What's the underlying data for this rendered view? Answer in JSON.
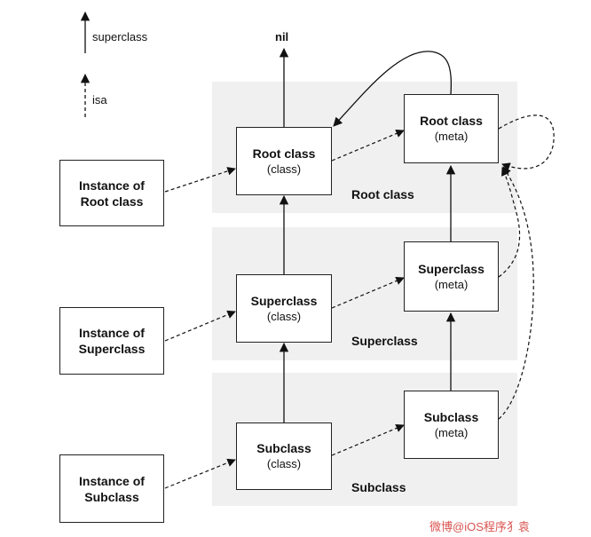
{
  "legend": {
    "superclass_label": "superclass",
    "isa_label": "isa"
  },
  "nil_label": "nil",
  "bands": {
    "root": "Root class",
    "superclass": "Superclass",
    "subclass": "Subclass"
  },
  "instances": {
    "root": [
      "Instance of",
      "Root class"
    ],
    "superclass": [
      "Instance of",
      "Superclass"
    ],
    "subclass": [
      "Instance of",
      "Subclass"
    ]
  },
  "classes": {
    "root": [
      "Root class",
      "(class)"
    ],
    "superclass": [
      "Superclass",
      "(class)"
    ],
    "subclass": [
      "Subclass",
      "(class)"
    ]
  },
  "metas": {
    "root": [
      "Root class",
      "(meta)"
    ],
    "superclass": [
      "Superclass",
      "(meta)"
    ],
    "subclass": [
      "Subclass",
      "(meta)"
    ]
  },
  "watermark": "微博@iOS程序犭袁"
}
